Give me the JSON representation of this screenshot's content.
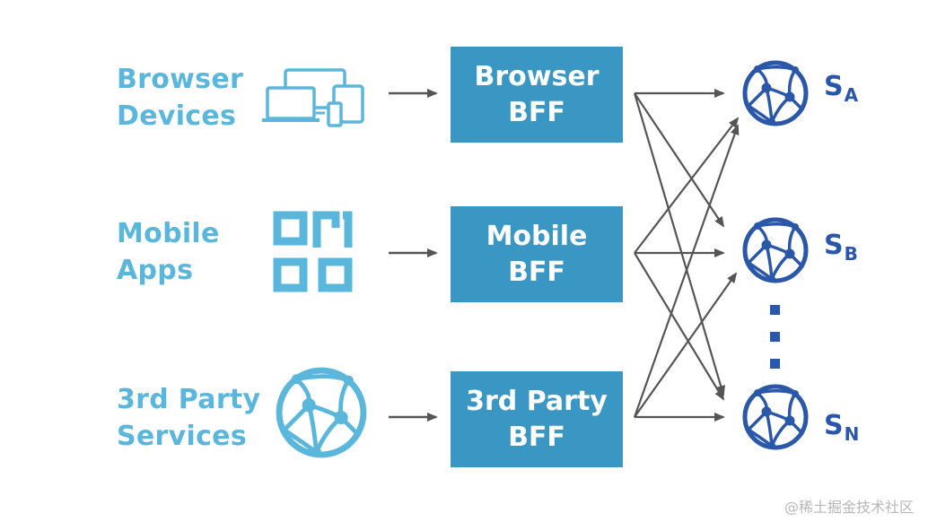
{
  "colors": {
    "client": "#5bb6dc",
    "bff": "#3a97c4",
    "bff_text": "#ffffff",
    "service": "#2a57a8",
    "arrow": "#555555"
  },
  "clients": [
    {
      "line1": "Browser",
      "line2": "Devices",
      "icon": "devices-icon"
    },
    {
      "line1": "Mobile",
      "line2": "Apps",
      "icon": "apps-grid-icon"
    },
    {
      "line1": "3rd Party",
      "line2": "Services",
      "icon": "network-globe-icon"
    }
  ],
  "bffs": [
    {
      "line1": "Browser",
      "line2": "BFF"
    },
    {
      "line1": "Mobile",
      "line2": "BFF"
    },
    {
      "line1": "3rd Party",
      "line2": "BFF"
    }
  ],
  "services": [
    {
      "letter": "S",
      "sub": "A",
      "icon": "network-globe-icon"
    },
    {
      "letter": "S",
      "sub": "B",
      "icon": "network-globe-icon"
    },
    {
      "letter": "S",
      "sub": "N",
      "icon": "network-globe-icon"
    }
  ],
  "watermark": "@稀土掘金技术社区"
}
